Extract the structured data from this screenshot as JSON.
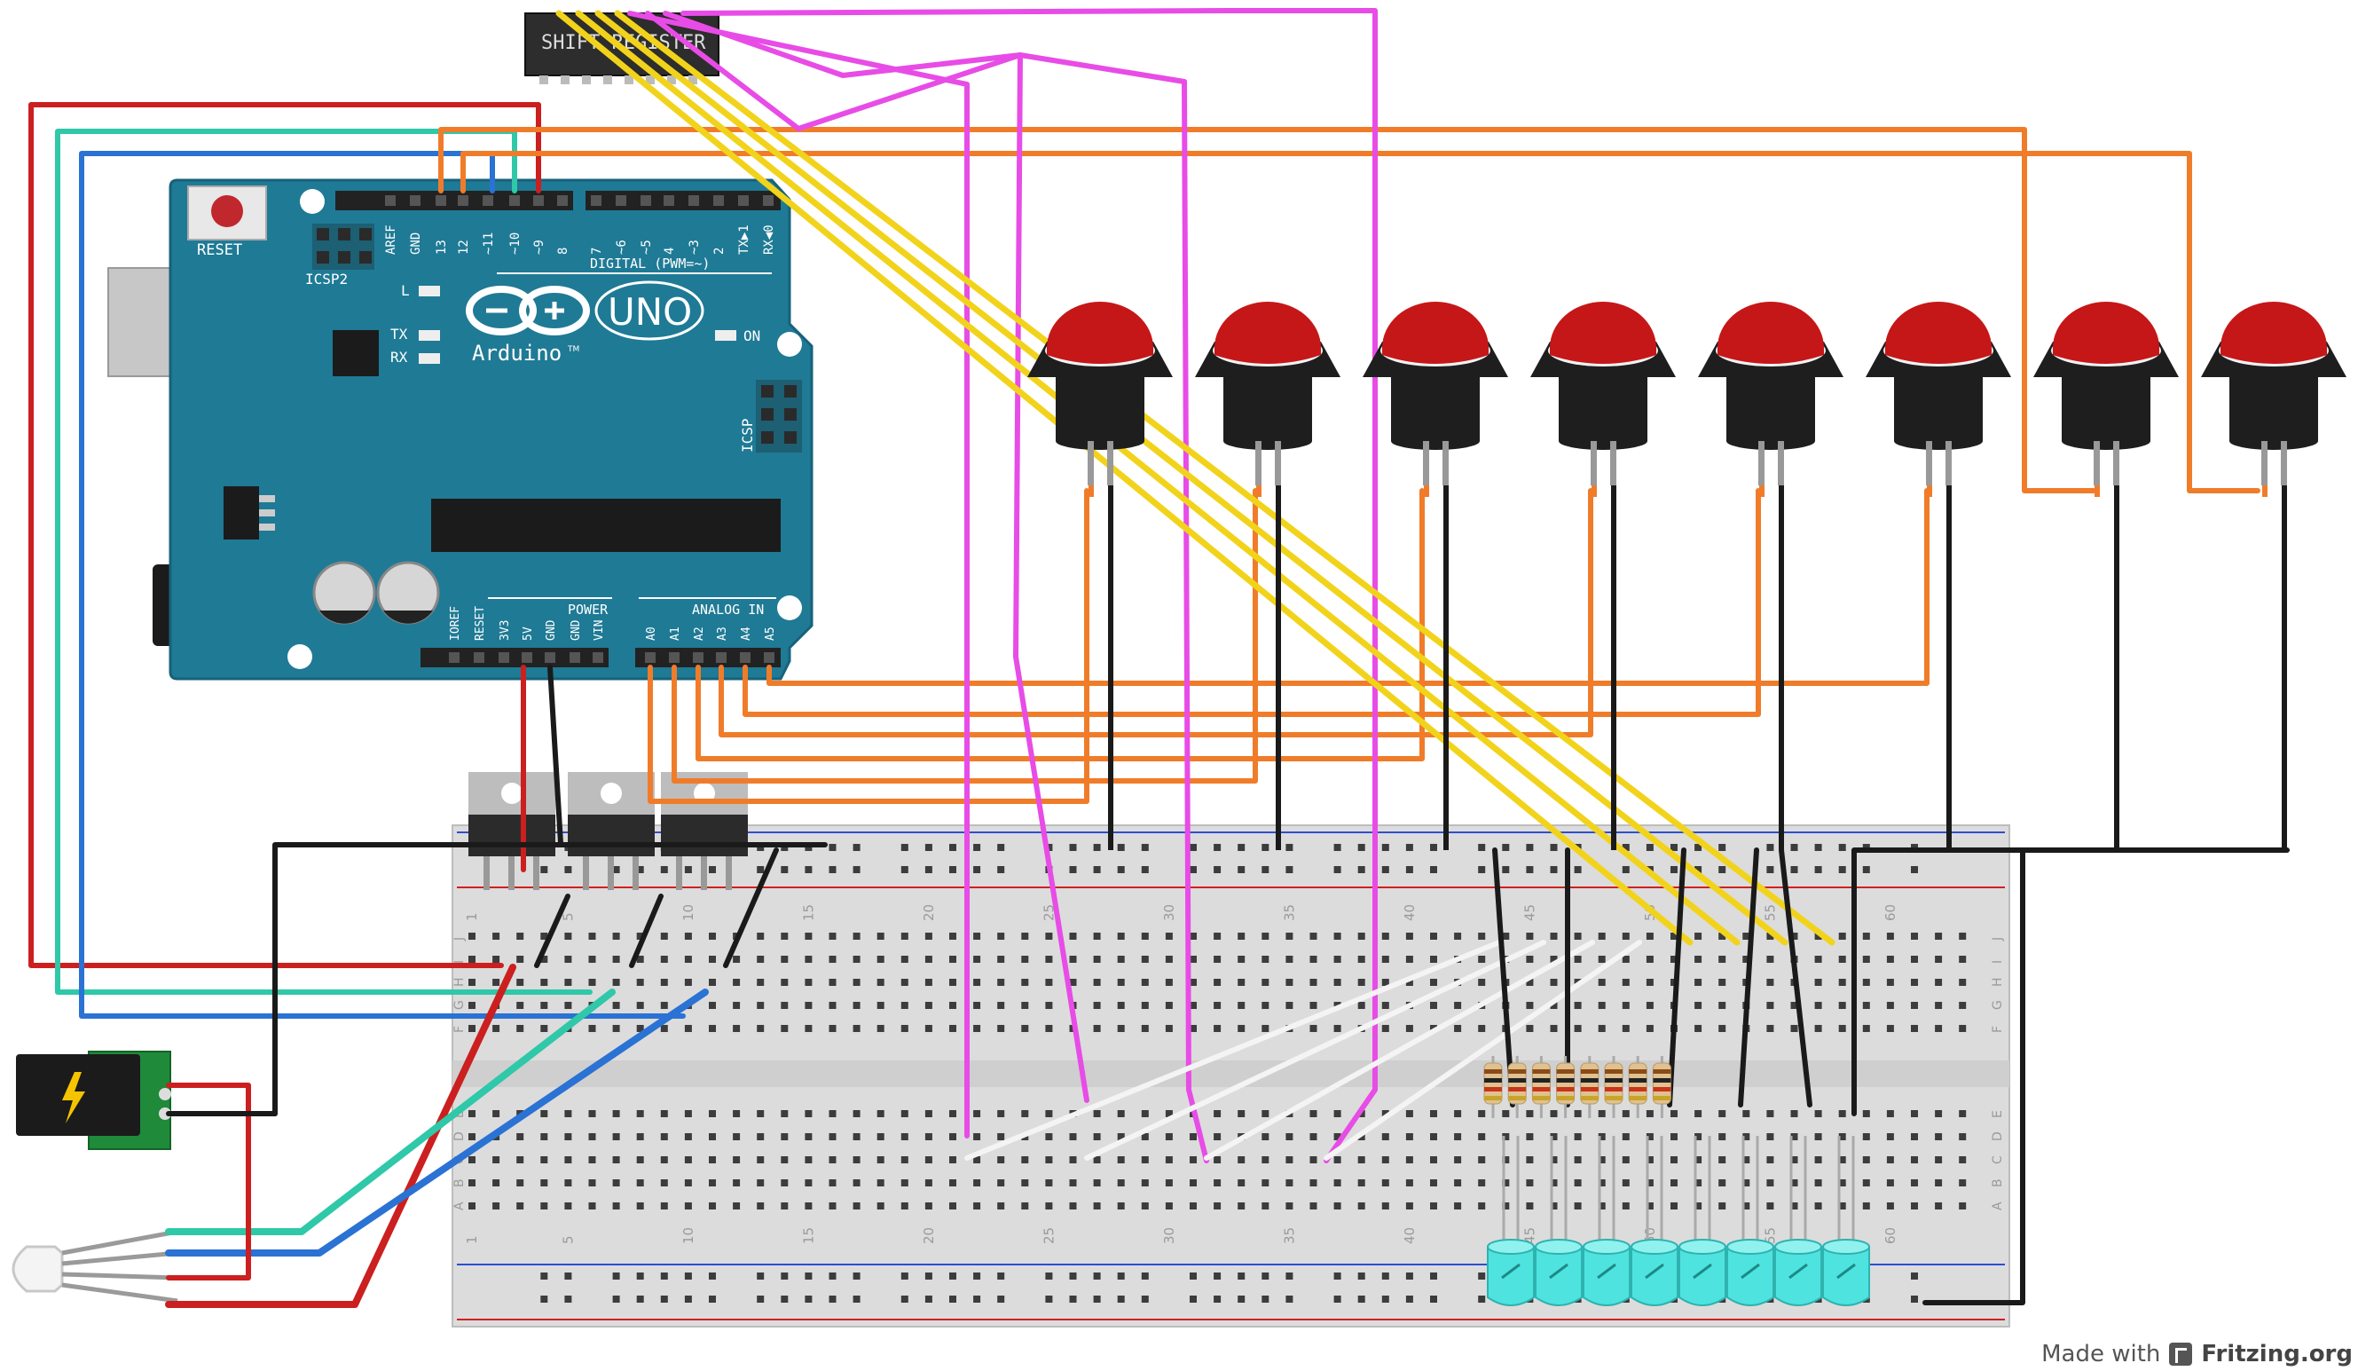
{
  "arduino": {
    "reset_label": "RESET",
    "icsp2_label": "ICSP2",
    "icsp_label": "ICSP",
    "logo_text": "UNO",
    "brand_text": "Arduino",
    "tm": "TM",
    "l_label": "L",
    "tx_label": "TX",
    "rx_label": "RX",
    "on_label": "ON",
    "digital_label": "DIGITAL (PWM=~)",
    "power_label": "POWER",
    "analog_label": "ANALOG IN",
    "digital_pins": [
      "AREF",
      "GND",
      "13",
      "12",
      "~11",
      "~10",
      "~9",
      "8",
      "7",
      "~6",
      "~5",
      "4",
      "~3",
      "2",
      "TX▶1",
      "RX◀0"
    ],
    "power_pins": [
      "IOREF",
      "RESET",
      "3V3",
      "5V",
      "GND",
      "GND",
      "VIN"
    ],
    "analog_pins": [
      "A0",
      "A1",
      "A2",
      "A3",
      "A4",
      "A5"
    ]
  },
  "shift_register": {
    "label": "SHIFT REGISTER"
  },
  "breadboard": {
    "column_numbers": [
      "1",
      "5",
      "10",
      "15",
      "20",
      "25",
      "30",
      "35",
      "40",
      "45",
      "50",
      "55",
      "60"
    ],
    "row_letters_top": [
      "J",
      "I",
      "H",
      "G",
      "F"
    ],
    "row_letters_bottom": [
      "E",
      "D",
      "C",
      "B",
      "A"
    ]
  },
  "components": {
    "button_count": 8,
    "led_count": 8,
    "resistor_count": 8,
    "regulator_count": 3
  },
  "colors": {
    "board": "#1f7a95",
    "button_red": "#c51718",
    "wire_orange": "#f07c2a",
    "wire_yellow": "#f2d31b",
    "wire_magenta": "#e84ce6",
    "wire_red": "#cc1f1f",
    "wire_teal": "#2fc8a8",
    "wire_blue": "#2a72d4",
    "wire_black": "#1a1a1a",
    "led_cyan": "#4fe3e0"
  },
  "footer": {
    "made_with": "Made with",
    "brand": "Fritzing.org"
  }
}
